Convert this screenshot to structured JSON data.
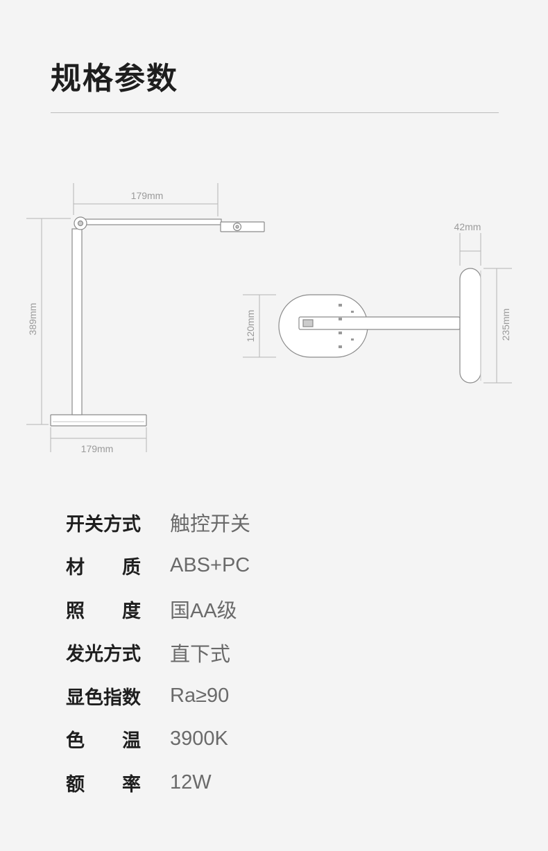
{
  "page": {
    "title": "规格参数"
  },
  "diagram": {
    "side_width_top": "179mm",
    "side_height": "389mm",
    "side_width_bottom": "179mm",
    "top_depth": "42mm",
    "top_base_width": "120mm",
    "top_head_length": "235mm"
  },
  "specs": [
    {
      "label": "开关方式",
      "value": "触控开关"
    },
    {
      "label": "材　　质",
      "value": "ABS+PC"
    },
    {
      "label": "照　　度",
      "value": "国AA级"
    },
    {
      "label": "发光方式",
      "value": "直下式"
    },
    {
      "label": "显色指数",
      "value": "Ra≥90"
    },
    {
      "label": "色　　温",
      "value": "3900K"
    },
    {
      "label": "额　　率",
      "value": "12W"
    }
  ]
}
